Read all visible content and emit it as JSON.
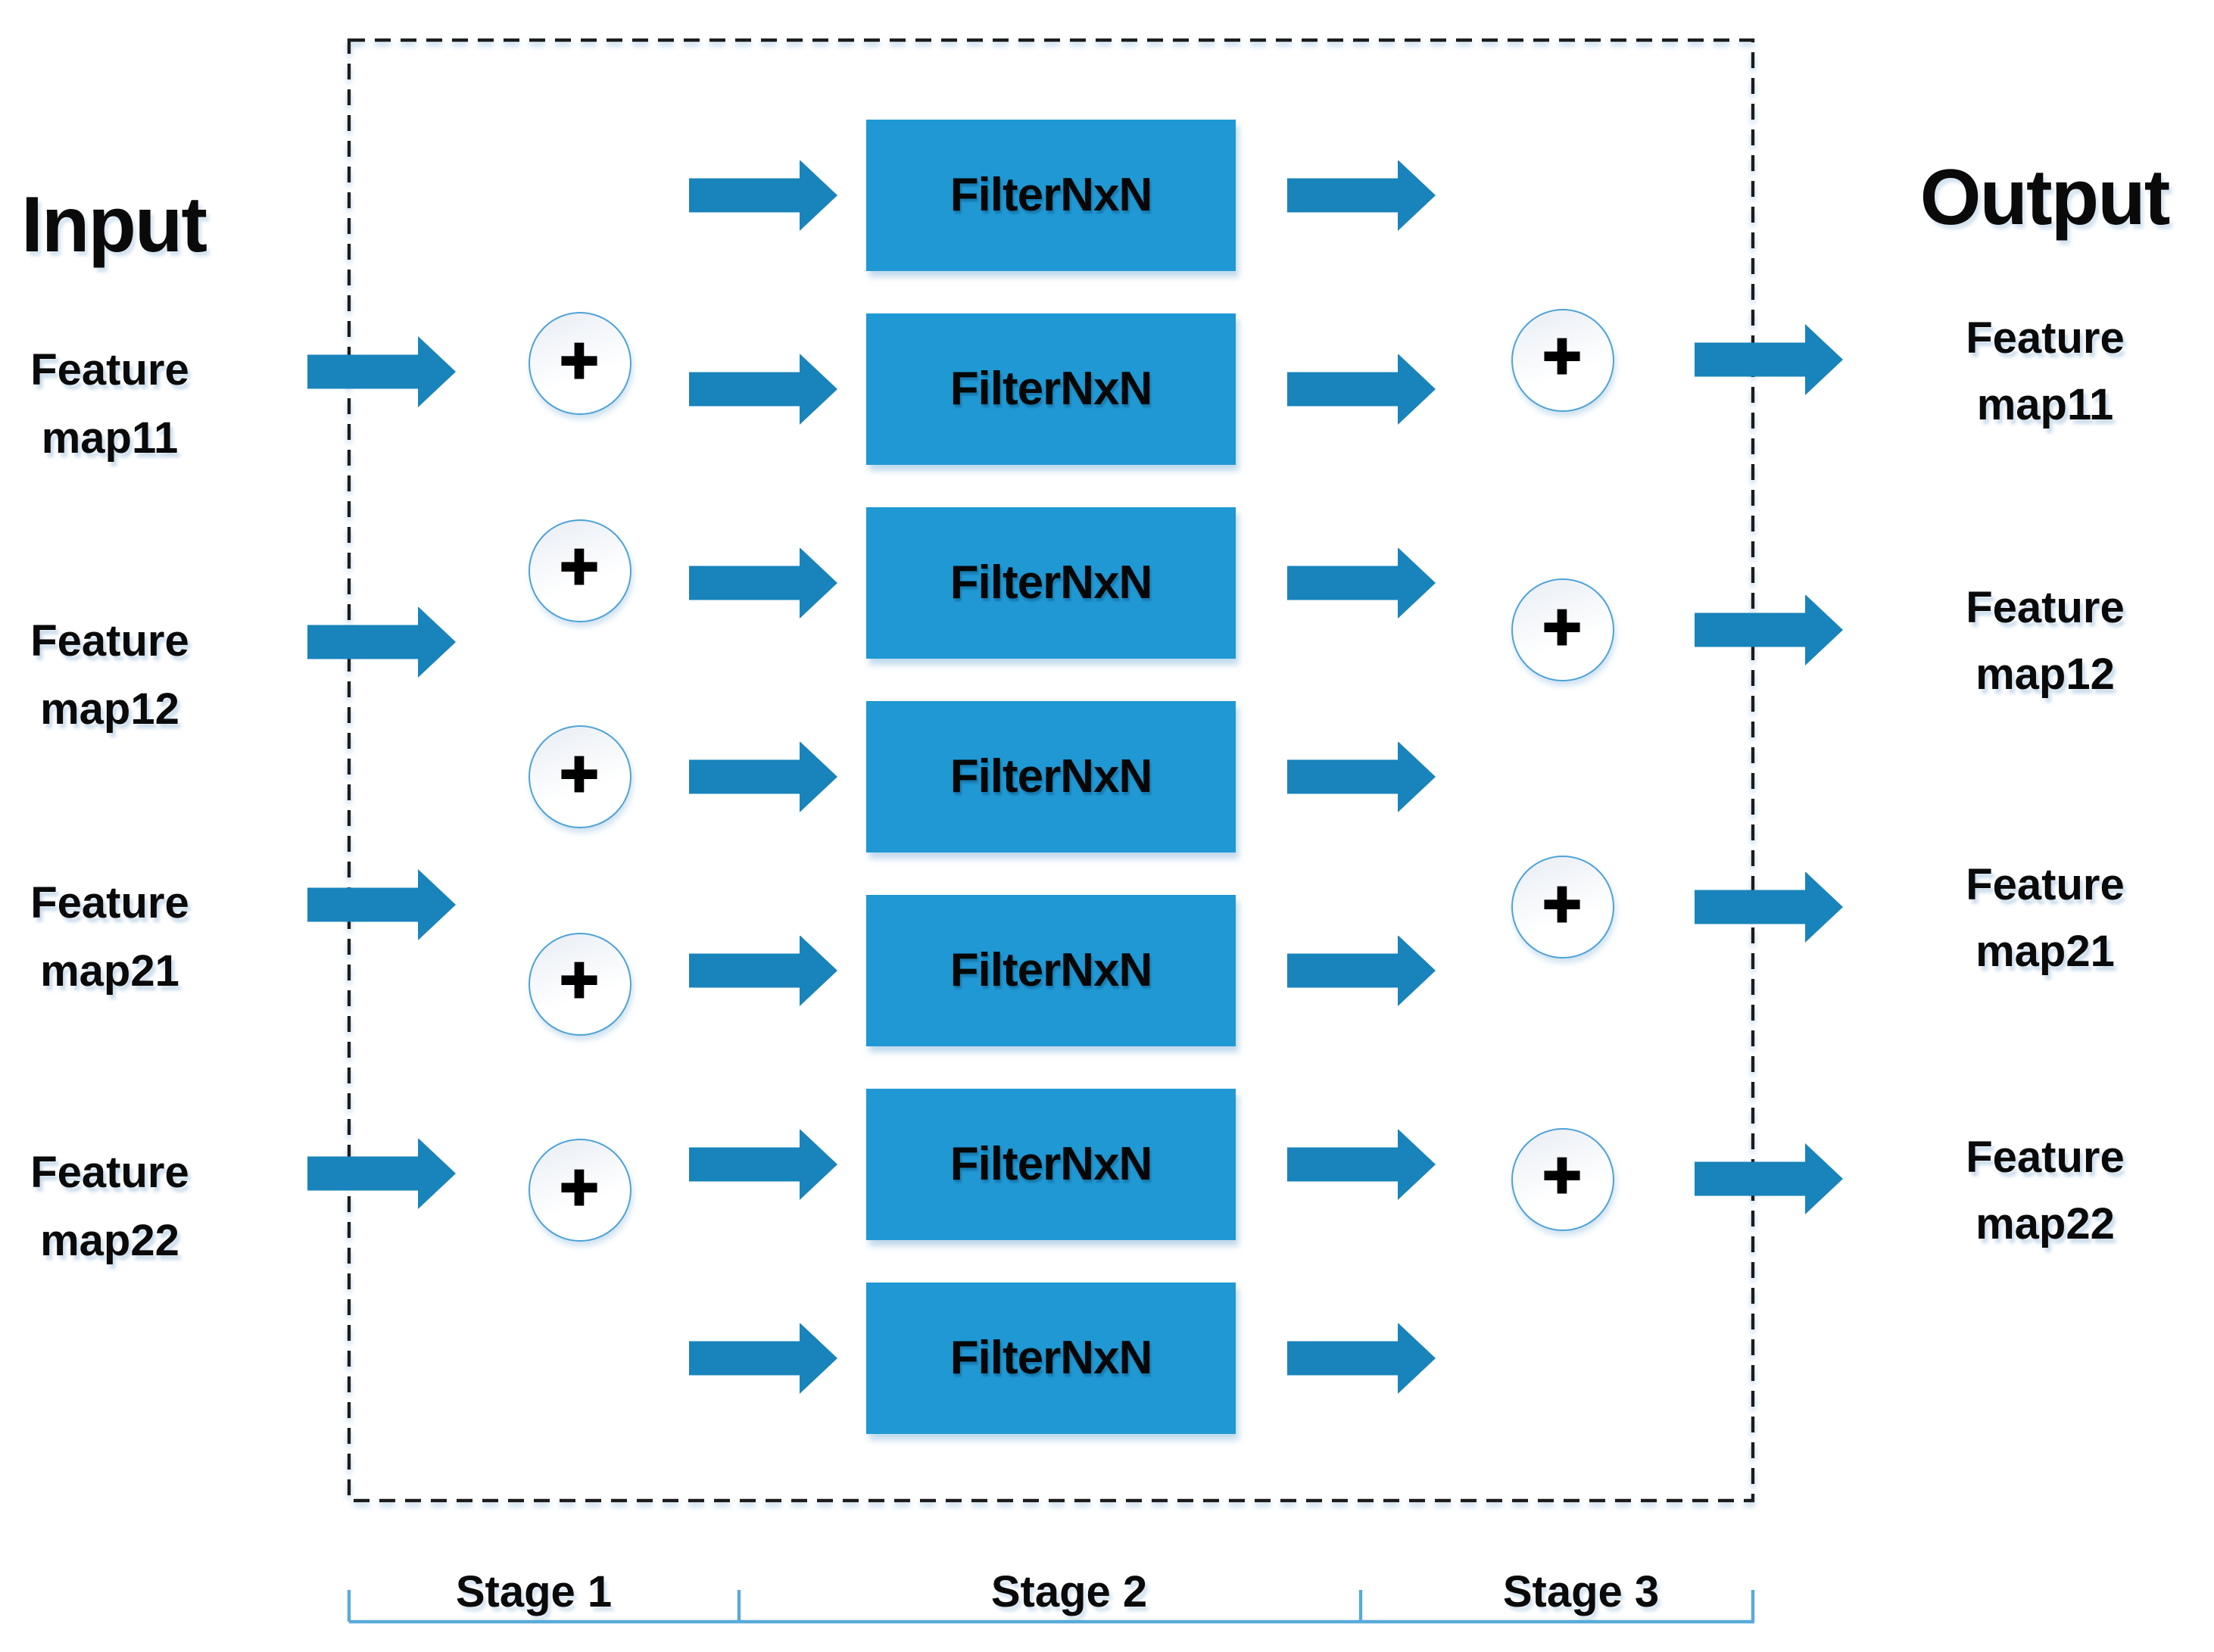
{
  "diagram": {
    "input_title": "Input",
    "output_title": "Output",
    "plus_icon_glyph": "+",
    "filter_boxes": [
      "FilterNxN",
      "FilterNxN",
      "FilterNxN",
      "FilterNxN",
      "FilterNxN",
      "FilterNxN",
      "FilterNxN"
    ],
    "input_maps": [
      {
        "line1": "Feature",
        "line2": "map11"
      },
      {
        "line1": "Feature",
        "line2": "map12"
      },
      {
        "line1": "Feature",
        "line2": "map21"
      },
      {
        "line1": "Feature",
        "line2": "map22"
      }
    ],
    "output_maps": [
      {
        "line1": "Feature",
        "line2": "map11"
      },
      {
        "line1": "Feature",
        "line2": "map12"
      },
      {
        "line1": "Feature",
        "line2": "map21"
      },
      {
        "line1": "Feature",
        "line2": "map22"
      }
    ],
    "stage_labels": [
      "Stage 1",
      "Stage 2",
      "Stage 3"
    ],
    "colors": {
      "filter_box": "#1f98d4",
      "arrow": "#1884bb",
      "ruler": "#59abdb",
      "circle_border": "#4da3d8",
      "dash": "#1a1a1a",
      "text": "#0a0a0a"
    }
  }
}
